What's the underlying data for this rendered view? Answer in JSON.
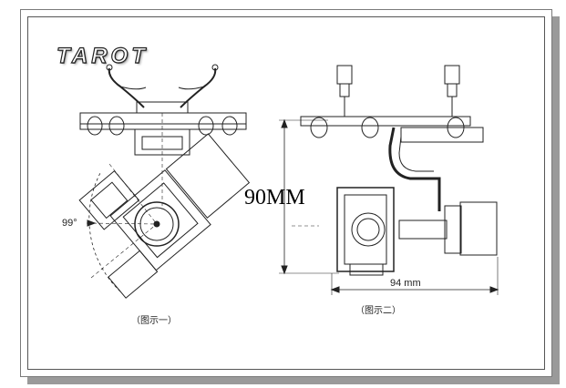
{
  "brand": {
    "logo_text": "TAROT"
  },
  "dimensions": {
    "height_label": "90MM",
    "tilt_angle_label": "99°",
    "width_label": "94 mm"
  },
  "captions": {
    "figure_one": "（图示一）",
    "figure_two": "（图示二）"
  },
  "colors": {
    "line": "#222222",
    "frame": "#555555",
    "background": "#ffffff"
  }
}
